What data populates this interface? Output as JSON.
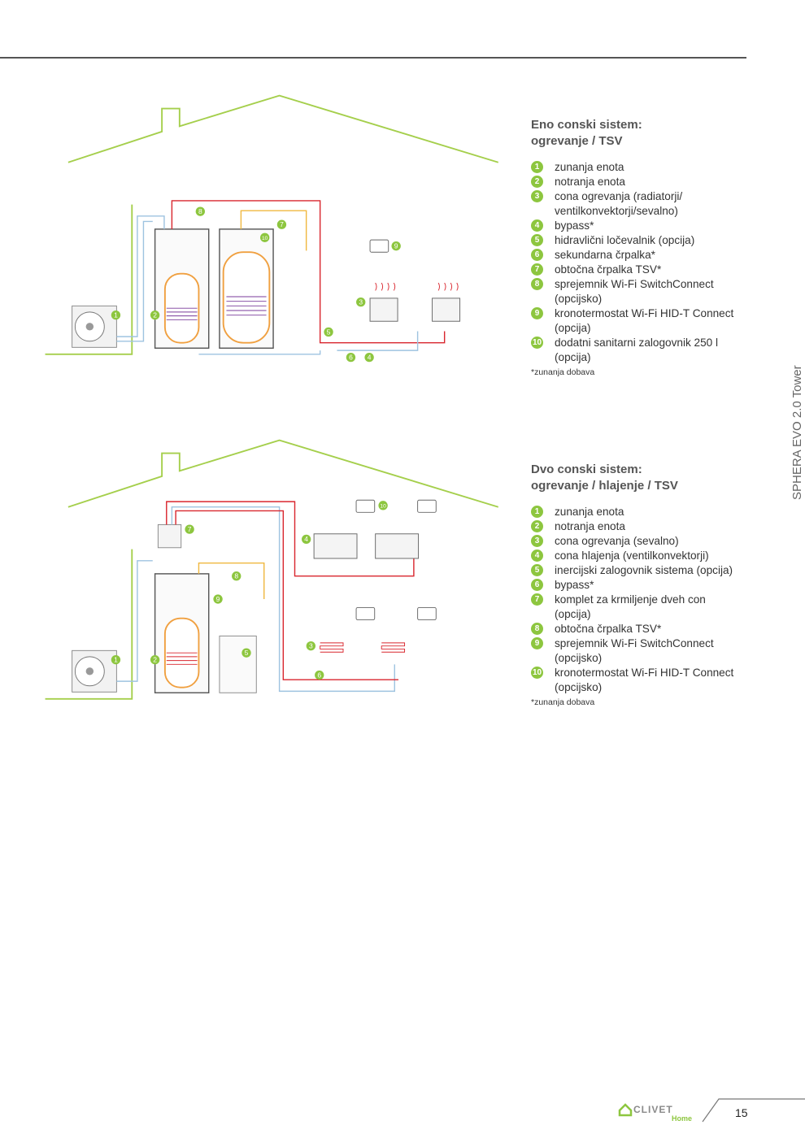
{
  "header": {},
  "side_title": "SPHERA EVO 2.0 Tower",
  "page_number": "15",
  "logo": {
    "text": "CLIVET",
    "sub": "Home"
  },
  "colors": {
    "accent": "#8dc63f",
    "hot": "#d9262e",
    "cold": "#9ec3e0",
    "dhw": "#f0b840"
  },
  "section1": {
    "title_line1": "Eno conski sistem:",
    "title_line2": "ogrevanje / TSV",
    "items": [
      {
        "n": "1",
        "lines": [
          "zunanja enota"
        ]
      },
      {
        "n": "2",
        "lines": [
          "notranja enota"
        ]
      },
      {
        "n": "3",
        "lines": [
          "cona ogrevanja (radiatorji/",
          "ventilkonvektorji/sevalno)"
        ]
      },
      {
        "n": "4",
        "lines": [
          "bypass*"
        ]
      },
      {
        "n": "5",
        "lines": [
          "hidravlični ločevalnik (opcija)"
        ]
      },
      {
        "n": "6",
        "lines": [
          "sekundarna črpalka*"
        ]
      },
      {
        "n": "7",
        "lines": [
          "obtočna črpalka TSV*"
        ]
      },
      {
        "n": "8",
        "lines": [
          "sprejemnik Wi-Fi SwitchConnect",
          "(opcijsko)"
        ]
      },
      {
        "n": "9",
        "lines": [
          "kronotermostat Wi-Fi HID-T Connect",
          "(opcija)"
        ]
      },
      {
        "n": "10",
        "lines": [
          "dodatni sanitarni zalogovnik 250 l",
          "(opcija)"
        ]
      }
    ],
    "note": "*zunanja dobava"
  },
  "section2": {
    "title_line1": "Dvo conski sistem:",
    "title_line2": "ogrevanje / hlajenje / TSV",
    "items": [
      {
        "n": "1",
        "lines": [
          "zunanja enota"
        ]
      },
      {
        "n": "2",
        "lines": [
          "notranja enota"
        ]
      },
      {
        "n": "3",
        "lines": [
          "cona ogrevanja (sevalno)"
        ]
      },
      {
        "n": "4",
        "lines": [
          "cona hlajenja (ventilkonvektorji)"
        ]
      },
      {
        "n": "5",
        "lines": [
          "inercijski zalogovnik sistema (opcija)"
        ]
      },
      {
        "n": "6",
        "lines": [
          "bypass*"
        ]
      },
      {
        "n": "7",
        "lines": [
          "komplet za krmiljenje dveh con",
          "(opcija)"
        ]
      },
      {
        "n": "8",
        "lines": [
          "obtočna črpalka TSV*"
        ]
      },
      {
        "n": "9",
        "lines": [
          "sprejemnik Wi-Fi SwitchConnect",
          "(opcijsko)"
        ]
      },
      {
        "n": "10",
        "lines": [
          "kronotermostat Wi-Fi HID-T Connect",
          "(opcijsko)"
        ]
      }
    ],
    "note": "*zunanja dobava"
  },
  "diagram1_markers": [
    "1",
    "2",
    "3",
    "4",
    "5",
    "6",
    "7",
    "8",
    "9",
    "10"
  ],
  "diagram2_markers": [
    "1",
    "2",
    "3",
    "4",
    "5",
    "6",
    "7",
    "8",
    "9",
    "10"
  ]
}
